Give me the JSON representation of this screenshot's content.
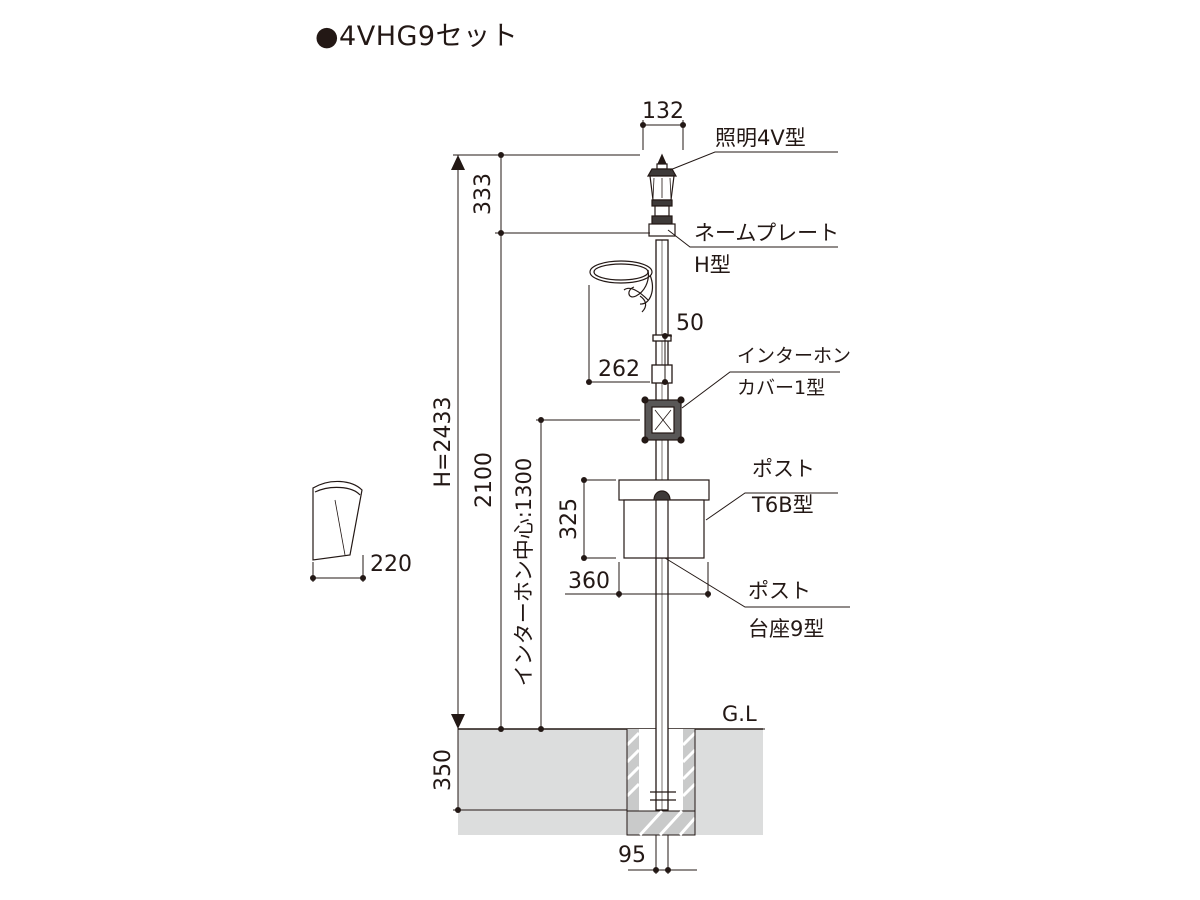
{
  "title": "●4VHG9セット",
  "ground_label": "G.L",
  "components": {
    "light": "照明4V型",
    "nameplate_line1": "ネームプレート",
    "nameplate_line2": "H型",
    "intercom_line1": "インターホン",
    "intercom_line2": "カバー1型",
    "post_line1": "ポスト",
    "post_line2": "T6B型",
    "base_line1": "ポスト",
    "base_line2": "台座9型"
  },
  "dimensions": {
    "light_width": "132",
    "light_height": "333",
    "total_height": "H=2433",
    "nameplate_height": "2100",
    "intercom_center": "インターホン中心:1300",
    "nameplate_gap": "50",
    "nameplate_width": "262",
    "post_height": "325",
    "post_width": "360",
    "side_depth": "220",
    "embed_depth": "350",
    "pole_width": "95"
  },
  "colors": {
    "line": "#231815",
    "ground": "#dcdddd",
    "hatch": "#9fa0a0"
  }
}
